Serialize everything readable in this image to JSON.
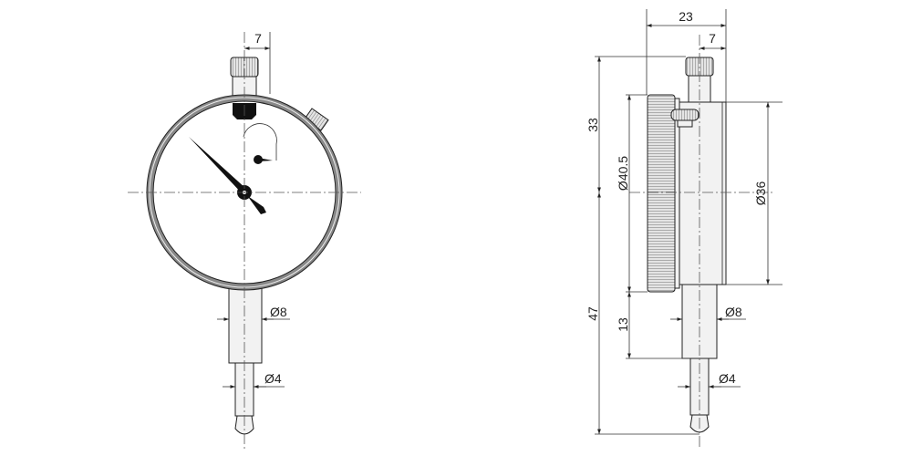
{
  "title": "Dial indicator dimension drawing",
  "front_view": {
    "dim_plunger_offset": "7",
    "dim_stem_diameter": "Ø8",
    "dim_spindle_diameter": "Ø4"
  },
  "side_view": {
    "dim_total_depth": "23",
    "dim_plunger_offset": "7",
    "dim_top_height": "33",
    "dim_bottom_height": "47",
    "dim_bezel_diameter": "Ø40.5",
    "dim_body_diameter": "Ø36",
    "dim_stem_length": "13",
    "dim_stem_diameter": "Ø8",
    "dim_spindle_diameter": "Ø4"
  }
}
